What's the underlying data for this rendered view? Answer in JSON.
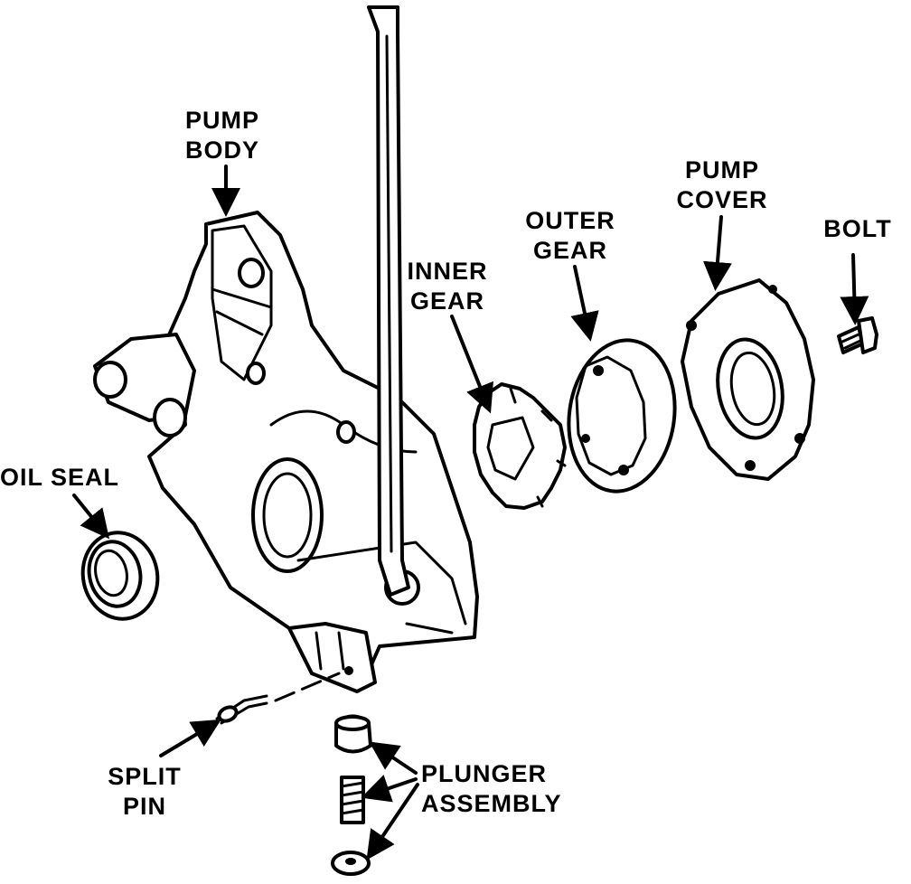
{
  "labels": {
    "pump_body": [
      "PUMP",
      "BODY"
    ],
    "oil_seal": "OIL SEAL",
    "inner_gear": [
      "INNER",
      "GEAR"
    ],
    "outer_gear": [
      "OUTER",
      "GEAR"
    ],
    "pump_cover": [
      "PUMP",
      "COVER"
    ],
    "bolt": "BOLT",
    "split_pin": [
      "SPLIT",
      "PIN"
    ],
    "plunger_assembly": [
      "PLUNGER",
      "ASSEMBLY"
    ]
  },
  "colors": {
    "ink": "#000000",
    "paper": "#ffffff"
  }
}
